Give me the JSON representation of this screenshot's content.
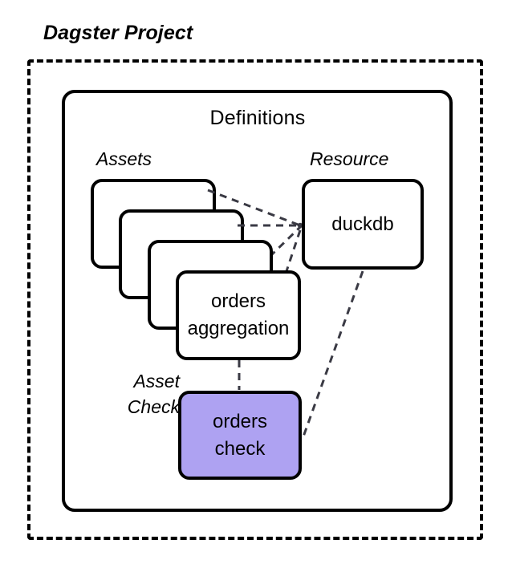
{
  "diagram": {
    "title": "Dagster Project",
    "outer_boundary_style": "dashed",
    "inner_container": {
      "title": "Definitions",
      "style": "solid rounded"
    },
    "captions": {
      "assets": "Assets",
      "resource": "Resource",
      "asset_check_line1": "Asset",
      "asset_check_line2": "Check"
    },
    "nodes": {
      "asset_stack": {
        "count": 4,
        "front_label_line1": "orders",
        "front_label_line2": "aggregation"
      },
      "resource": {
        "label": "duckdb"
      },
      "asset_check": {
        "label_line1": "orders",
        "label_line2": "check",
        "fill": "#aea2f2"
      }
    },
    "edges": [
      {
        "from": "asset-card-1",
        "to": "resource",
        "style": "dashed"
      },
      {
        "from": "asset-card-2",
        "to": "resource",
        "style": "dashed"
      },
      {
        "from": "asset-card-3",
        "to": "resource",
        "style": "dashed"
      },
      {
        "from": "asset-card-4",
        "to": "resource",
        "style": "dashed"
      },
      {
        "from": "asset-card-4",
        "to": "asset-check",
        "style": "dashed"
      },
      {
        "from": "resource",
        "to": "asset-check",
        "style": "dashed"
      }
    ],
    "colors": {
      "stroke": "#000000",
      "background": "#ffffff",
      "check_fill": "#aea2f2",
      "edge": "#3a3a44"
    }
  }
}
